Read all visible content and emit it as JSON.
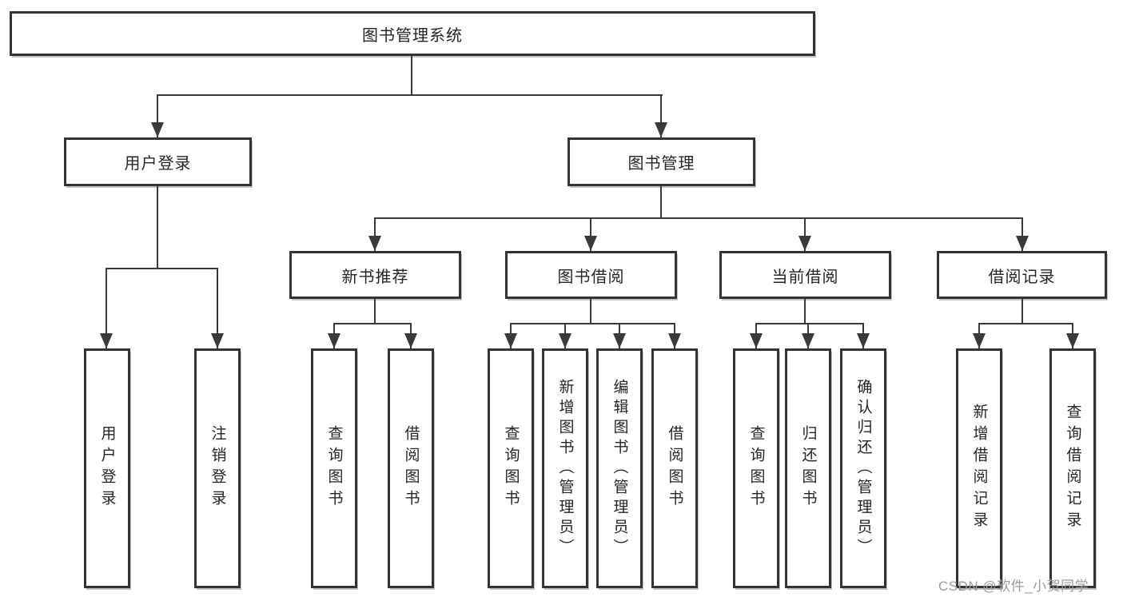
{
  "diagram": {
    "title": "图书管理系统",
    "type": "hierarchy-tree",
    "colors": {
      "background": "#ffffff",
      "box_border": "#343434",
      "connector_line": "#3a3a3a",
      "text": "#262626",
      "watermark": "#9c9c9c"
    },
    "tree": {
      "label": "图书管理系统",
      "children": [
        {
          "label": "用户登录",
          "children": [
            {
              "label": "用户登录"
            },
            {
              "label": "注销登录"
            }
          ]
        },
        {
          "label": "图书管理",
          "children": [
            {
              "label": "新书推荐",
              "children": [
                {
                  "label": "查询图书"
                },
                {
                  "label": "借阅图书"
                }
              ]
            },
            {
              "label": "图书借阅",
              "children": [
                {
                  "label": "查询图书"
                },
                {
                  "label": "新增图书（管理员）"
                },
                {
                  "label": "编辑图书（管理员）"
                },
                {
                  "label": "借阅图书"
                }
              ]
            },
            {
              "label": "当前借阅",
              "children": [
                {
                  "label": "查询图书"
                },
                {
                  "label": "归还图书"
                },
                {
                  "label": "确认归还（管理员）"
                }
              ]
            },
            {
              "label": "借阅记录",
              "children": [
                {
                  "label": "新增借阅记录"
                },
                {
                  "label": "查询借阅记录"
                }
              ]
            }
          ]
        }
      ]
    }
  },
  "watermark": {
    "text": "CSDN @软件_小贺同学"
  }
}
